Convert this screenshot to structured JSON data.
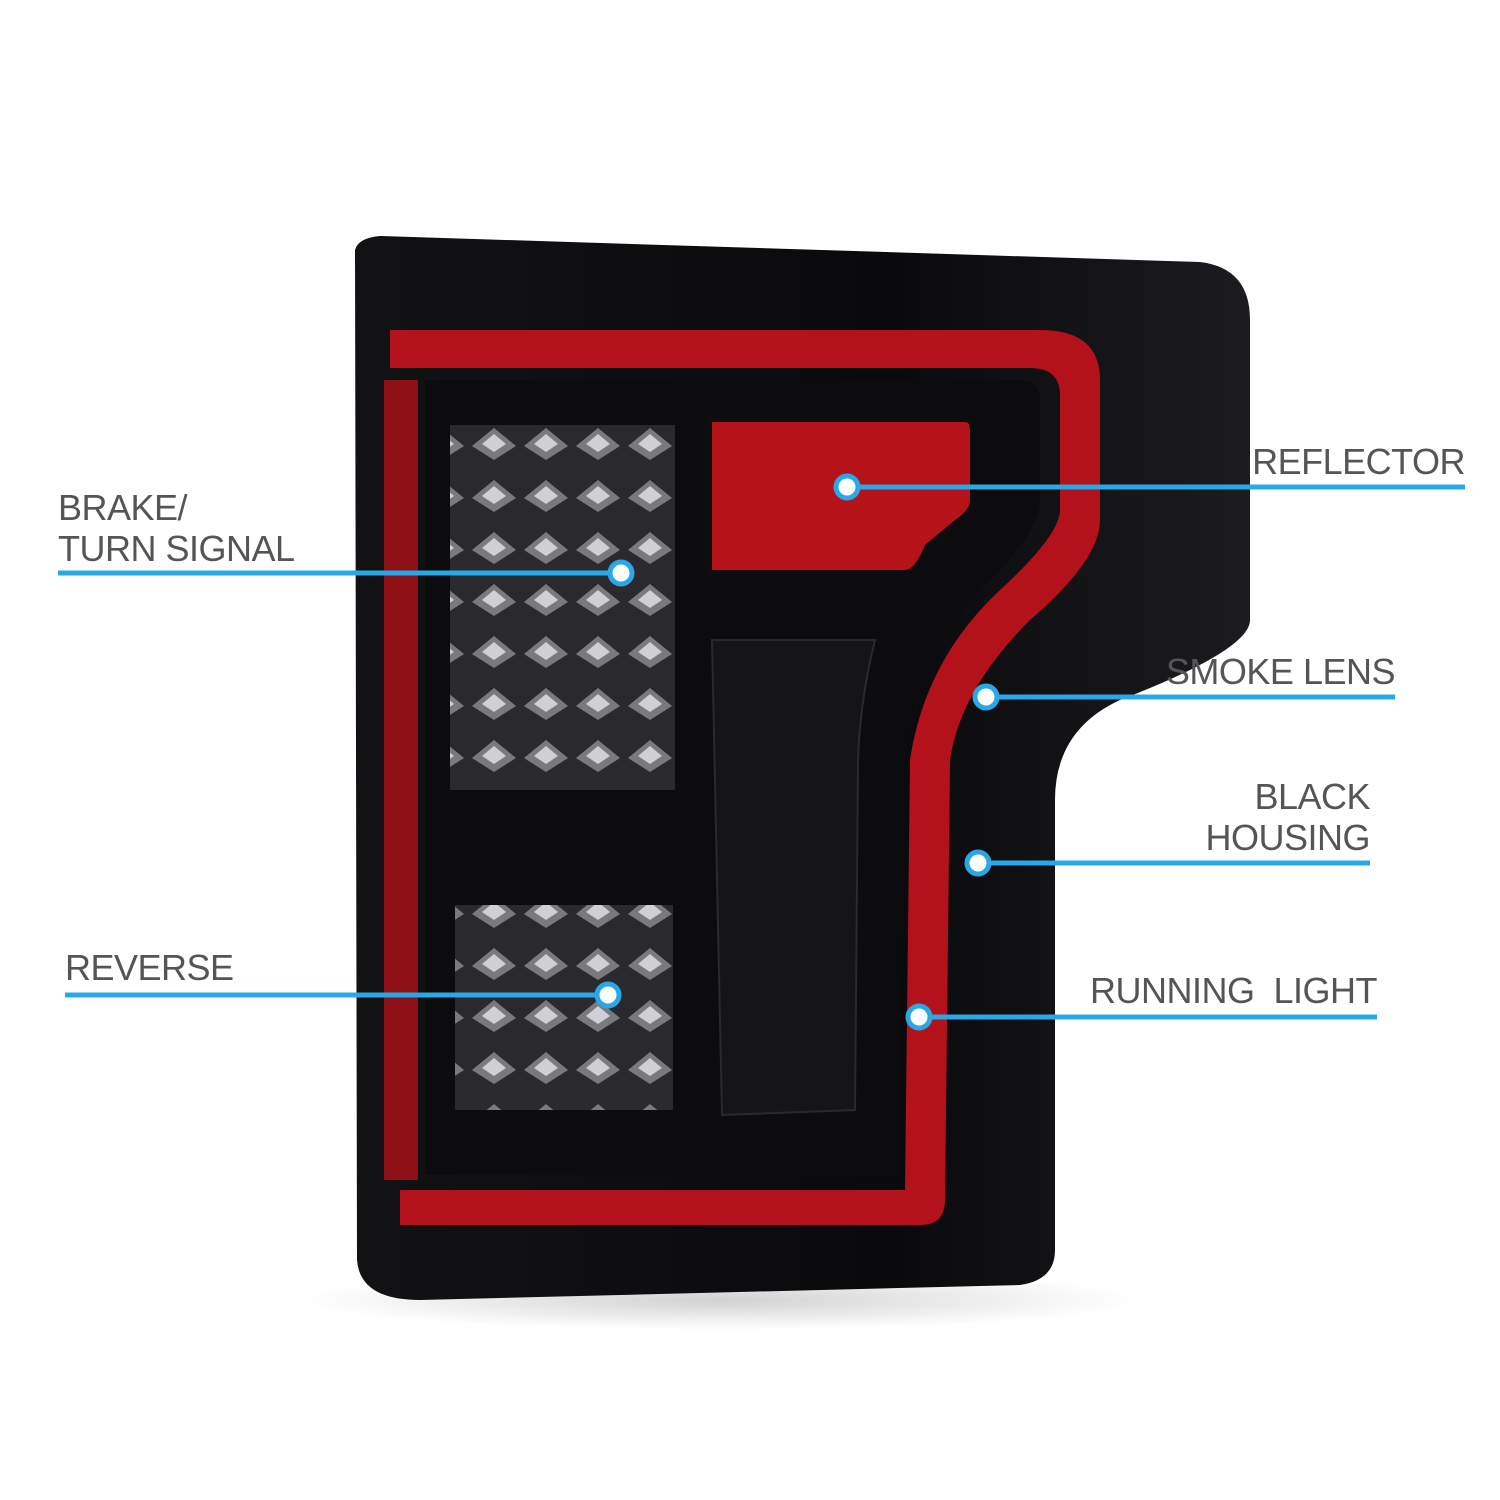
{
  "colors": {
    "callout": "#29a8e8",
    "label": "#555555",
    "red": "#b3121a",
    "housing": "#0d0d0f"
  },
  "callouts": {
    "reflector": "REFLECTOR",
    "brake_line1": "BRAKE/",
    "brake_line2": "TURN SIGNAL",
    "smoke_lens": "SMOKE LENS",
    "black_line1": "BLACK",
    "black_line2": "HOUSING",
    "reverse": "REVERSE",
    "running_light": "RUNNING  LIGHT"
  }
}
